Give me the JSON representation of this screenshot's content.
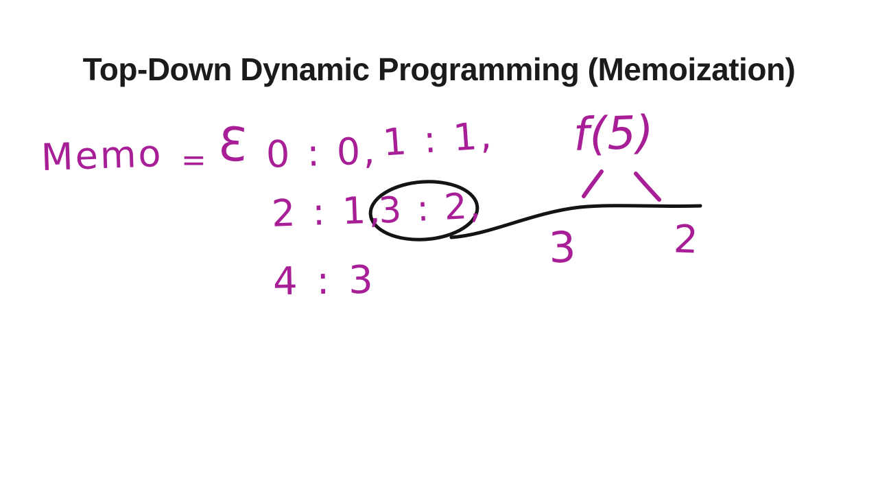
{
  "title": "Top-Down Dynamic Programming (Memoization)",
  "colors": {
    "ink_magenta": "#a81e96",
    "ink_black": "#141414",
    "background": "#ffffff"
  },
  "memo": {
    "label": "Memo",
    "equals": "=",
    "open_brace": "Ɛ",
    "entry_0_0": "0 : 0,",
    "entry_1_1": "1 : 1,",
    "entry_2_1": "2 : 1,",
    "entry_3_2": "3 : 2,",
    "entry_4_3": "4 : 3"
  },
  "tree": {
    "root": "f(5)",
    "left_child": "3",
    "right_child": "2"
  }
}
